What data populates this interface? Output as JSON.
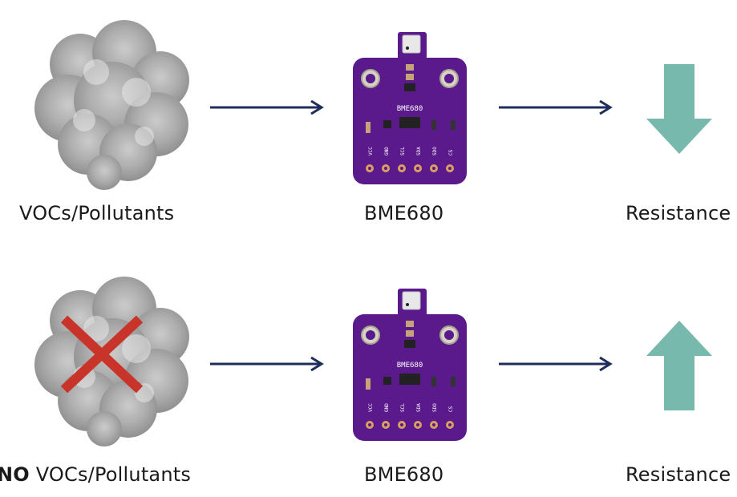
{
  "rows": [
    {
      "source_label": "VOCs/Pollutants",
      "sensor_label": "BME680",
      "result_label": "Resistance",
      "direction": "down"
    },
    {
      "source_prefix": "NO",
      "source_label": "VOCs/Pollutants",
      "sensor_label": "BME680",
      "result_label": "Resistance",
      "direction": "up"
    }
  ],
  "board": {
    "title": "BME680",
    "pins": [
      "VCC",
      "GND",
      "SCL",
      "SDA",
      "SDO",
      "CS"
    ]
  },
  "colors": {
    "board": "#5a1a8c",
    "arrow_line": "#1f2d5c",
    "resistance_arrow": "#77b9ad",
    "x_mark": "#c8342a",
    "cloud": "#8e8e8e"
  }
}
